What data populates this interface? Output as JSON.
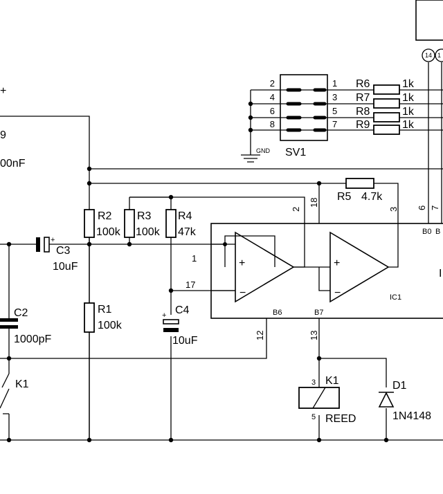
{
  "header": {
    "v_plus": "+",
    "frag_9": "9",
    "frag_nf": "00nF",
    "conn14": "14",
    "conn13": "1"
  },
  "connector": {
    "name": "SV1",
    "gnd": "GND",
    "pins_left": [
      "2",
      "4",
      "6",
      "8"
    ],
    "pins_right": [
      "1",
      "3",
      "5",
      "7"
    ]
  },
  "resistor_bank": {
    "names": [
      "R6",
      "R7",
      "R8",
      "R9"
    ],
    "value": "1k"
  },
  "r5": {
    "name": "R5",
    "value": "4.7k"
  },
  "divider": {
    "r2": {
      "name": "R2",
      "value": "100k"
    },
    "r3": {
      "name": "R3",
      "value": "100k"
    },
    "r4": {
      "name": "R4",
      "value": "47k"
    },
    "r1": {
      "name": "R1",
      "value": "100k"
    }
  },
  "capacitors": {
    "c3": {
      "name": "C3",
      "value": "10uF",
      "polarity": "+"
    },
    "c2": {
      "name": "C2",
      "value": "1000pF"
    },
    "c4": {
      "name": "C4",
      "value": "10uF",
      "polarity": "+"
    }
  },
  "ic1": {
    "name": "IC1",
    "plus": "+",
    "minus": "−",
    "pins": {
      "p1": "1",
      "p17": "17",
      "p2": "2",
      "p18": "18",
      "p3": "3",
      "p6": "6",
      "p7": "7",
      "p12": "12",
      "p13": "13"
    },
    "ports": {
      "b0": "B0",
      "b_cut": "B",
      "b6": "B6",
      "b7": "B7"
    },
    "right_fragment": "I"
  },
  "k1_switch": {
    "name": "K1"
  },
  "relay": {
    "name": "K1",
    "type": "REED",
    "pin3": "3",
    "pin5": "5"
  },
  "diode": {
    "name": "D1",
    "part": "1N4148"
  }
}
